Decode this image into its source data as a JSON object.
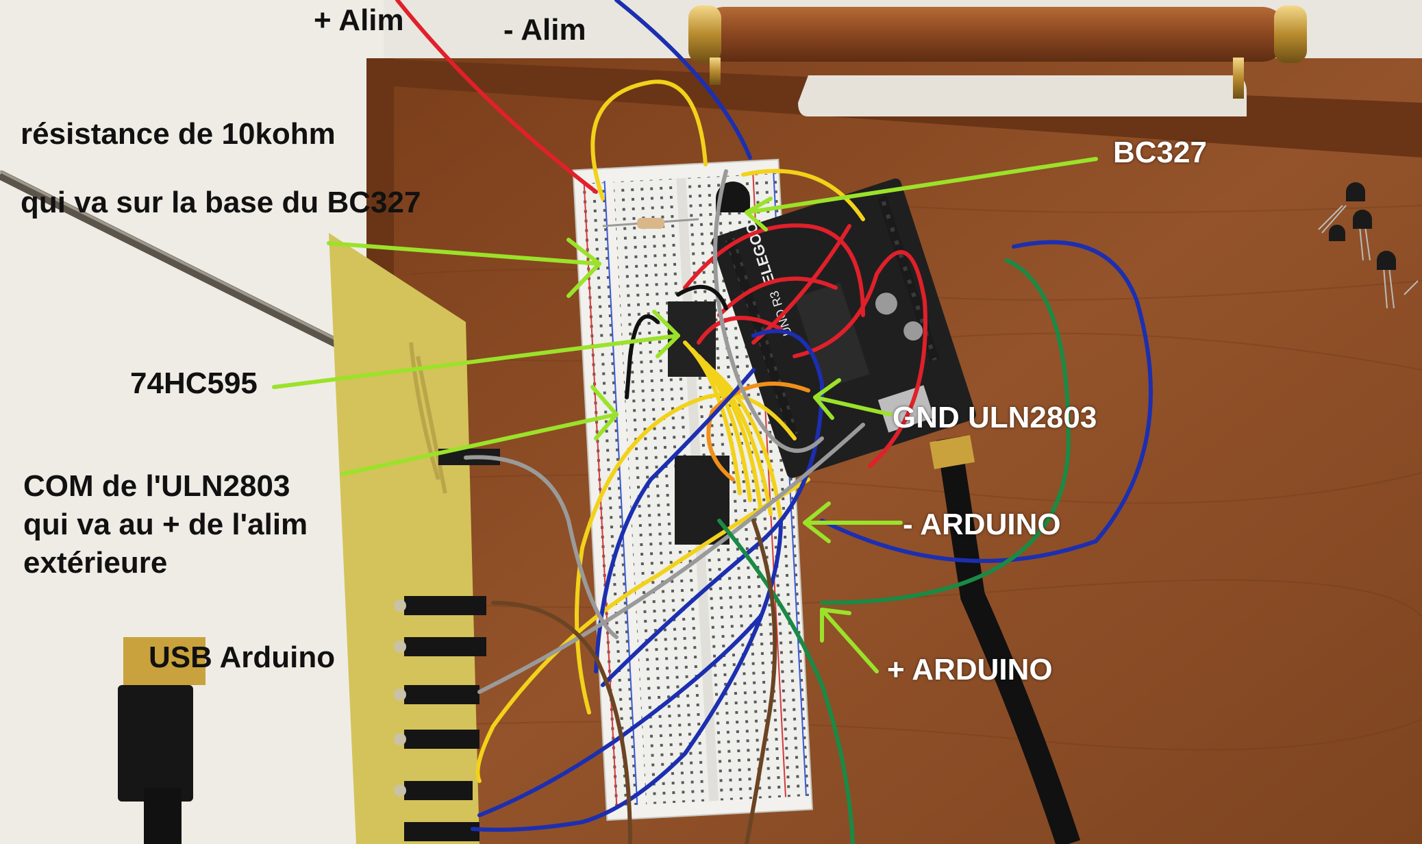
{
  "labels": {
    "plus_alim": "+ Alim",
    "minus_alim": "- Alim",
    "resistor_line1": "résistance de 10kohm",
    "resistor_line2": "qui va sur la base du BC327",
    "bc327": "BC327",
    "ic_74hc595": "74HC595",
    "gnd_uln": "GND ULN2803",
    "com_uln_line1": "COM de l'ULN2803",
    "com_uln_line2": "qui va au + de l'alim",
    "com_uln_line3": "extérieure",
    "minus_arduino": "- ARDUINO",
    "plus_arduino": "+ ARDUINO",
    "usb_arduino": "USB Arduino"
  },
  "board_marking": {
    "brand": "ELEGOO",
    "model": "UNO R3"
  },
  "colors": {
    "wood": "#8a4a22",
    "wall": "#e9e6df",
    "arrow": "#9be22a",
    "wire_red": "#e0202a",
    "wire_blue": "#1c2fb0",
    "wire_yellow": "#f2d21a",
    "wire_green": "#1a8a45",
    "wire_gray": "#9a9a9a",
    "wire_brown": "#6b4423"
  }
}
